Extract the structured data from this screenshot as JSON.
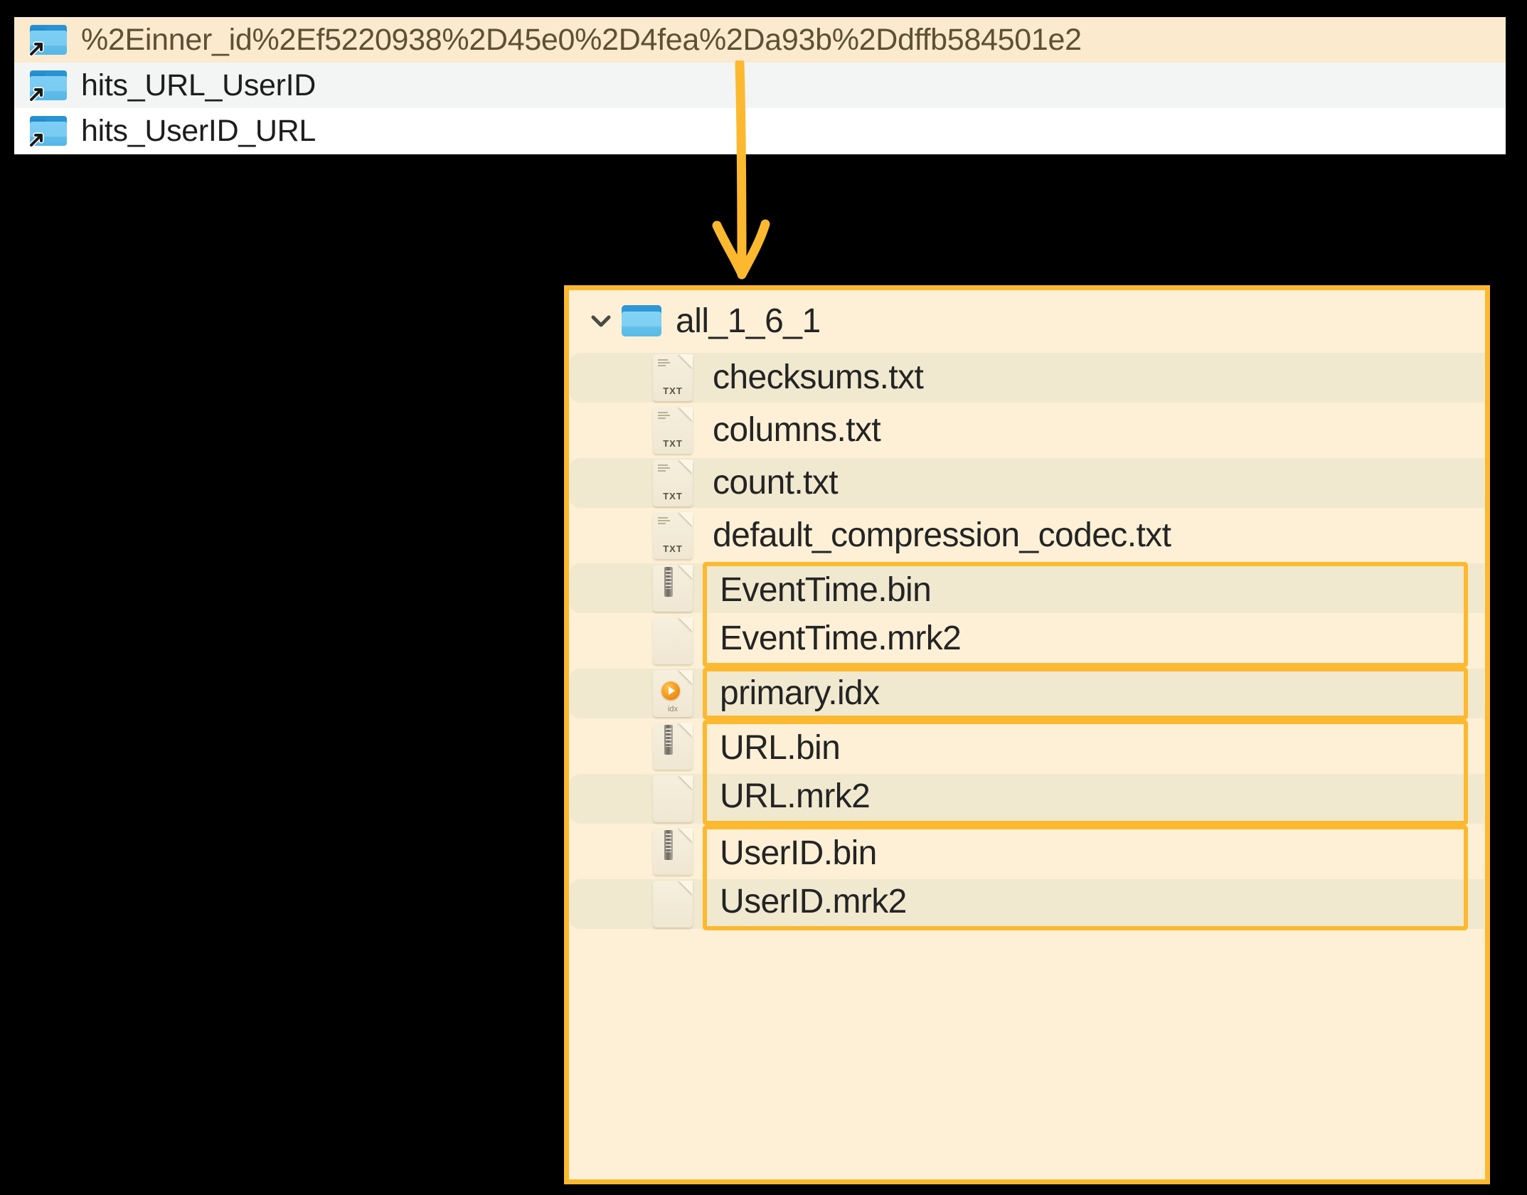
{
  "top_panel": {
    "name": "symlink-folder-list",
    "rows": [
      {
        "icon": "folder-symlink-icon",
        "label": "%2Einner_id%2Ef5220938%2D45e0%2D4fea%2Da93b%2Ddffb584501e2",
        "state": "highlighted"
      },
      {
        "icon": "folder-symlink-icon",
        "label": "hits_URL_UserID",
        "state": "hover"
      },
      {
        "icon": "folder-symlink-icon",
        "label": "hits_UserID_URL",
        "state": "normal"
      }
    ]
  },
  "annotation": {
    "arrow": "down-arrow-annotation",
    "accent_color": "#fcb930"
  },
  "part_panel": {
    "name": "part-directory-contents",
    "header": {
      "chevron": "chevron-down-icon",
      "icon": "folder-icon",
      "label": "all_1_6_1"
    },
    "files": [
      {
        "name": "checksums.txt",
        "icon": "txt-file-icon",
        "ext": "TXT",
        "stripe": true,
        "highlight": "none"
      },
      {
        "name": "columns.txt",
        "icon": "txt-file-icon",
        "ext": "TXT",
        "stripe": false,
        "highlight": "none"
      },
      {
        "name": "count.txt",
        "icon": "txt-file-icon",
        "ext": "TXT",
        "stripe": true,
        "highlight": "none"
      },
      {
        "name": "default_compression_codec.txt",
        "icon": "txt-file-icon",
        "ext": "TXT",
        "stripe": false,
        "highlight": "none"
      },
      {
        "name": "EventTime.bin",
        "icon": "bin-file-icon",
        "ext": "",
        "stripe": true,
        "highlight": "top"
      },
      {
        "name": "EventTime.mrk2",
        "icon": "blank-file-icon",
        "ext": "",
        "stripe": false,
        "highlight": "bottom"
      },
      {
        "name": "primary.idx",
        "icon": "idx-file-icon",
        "ext": "idx",
        "stripe": true,
        "highlight": "single"
      },
      {
        "name": "URL.bin",
        "icon": "bin-file-icon",
        "ext": "",
        "stripe": false,
        "highlight": "top"
      },
      {
        "name": "URL.mrk2",
        "icon": "blank-file-icon",
        "ext": "",
        "stripe": true,
        "highlight": "bottom"
      },
      {
        "name": "UserID.bin",
        "icon": "bin-file-icon",
        "ext": "",
        "stripe": false,
        "highlight": "top"
      },
      {
        "name": "UserID.mrk2",
        "icon": "blank-file-icon",
        "ext": "",
        "stripe": true,
        "highlight": "bottom"
      }
    ]
  },
  "colors": {
    "accent": "#fcb930",
    "panel_bg": "#fdf0d6",
    "stripe": "#f0e9d0",
    "top_highlight_row": "#fbeacd",
    "top_hover_row": "#f3f5f5"
  }
}
